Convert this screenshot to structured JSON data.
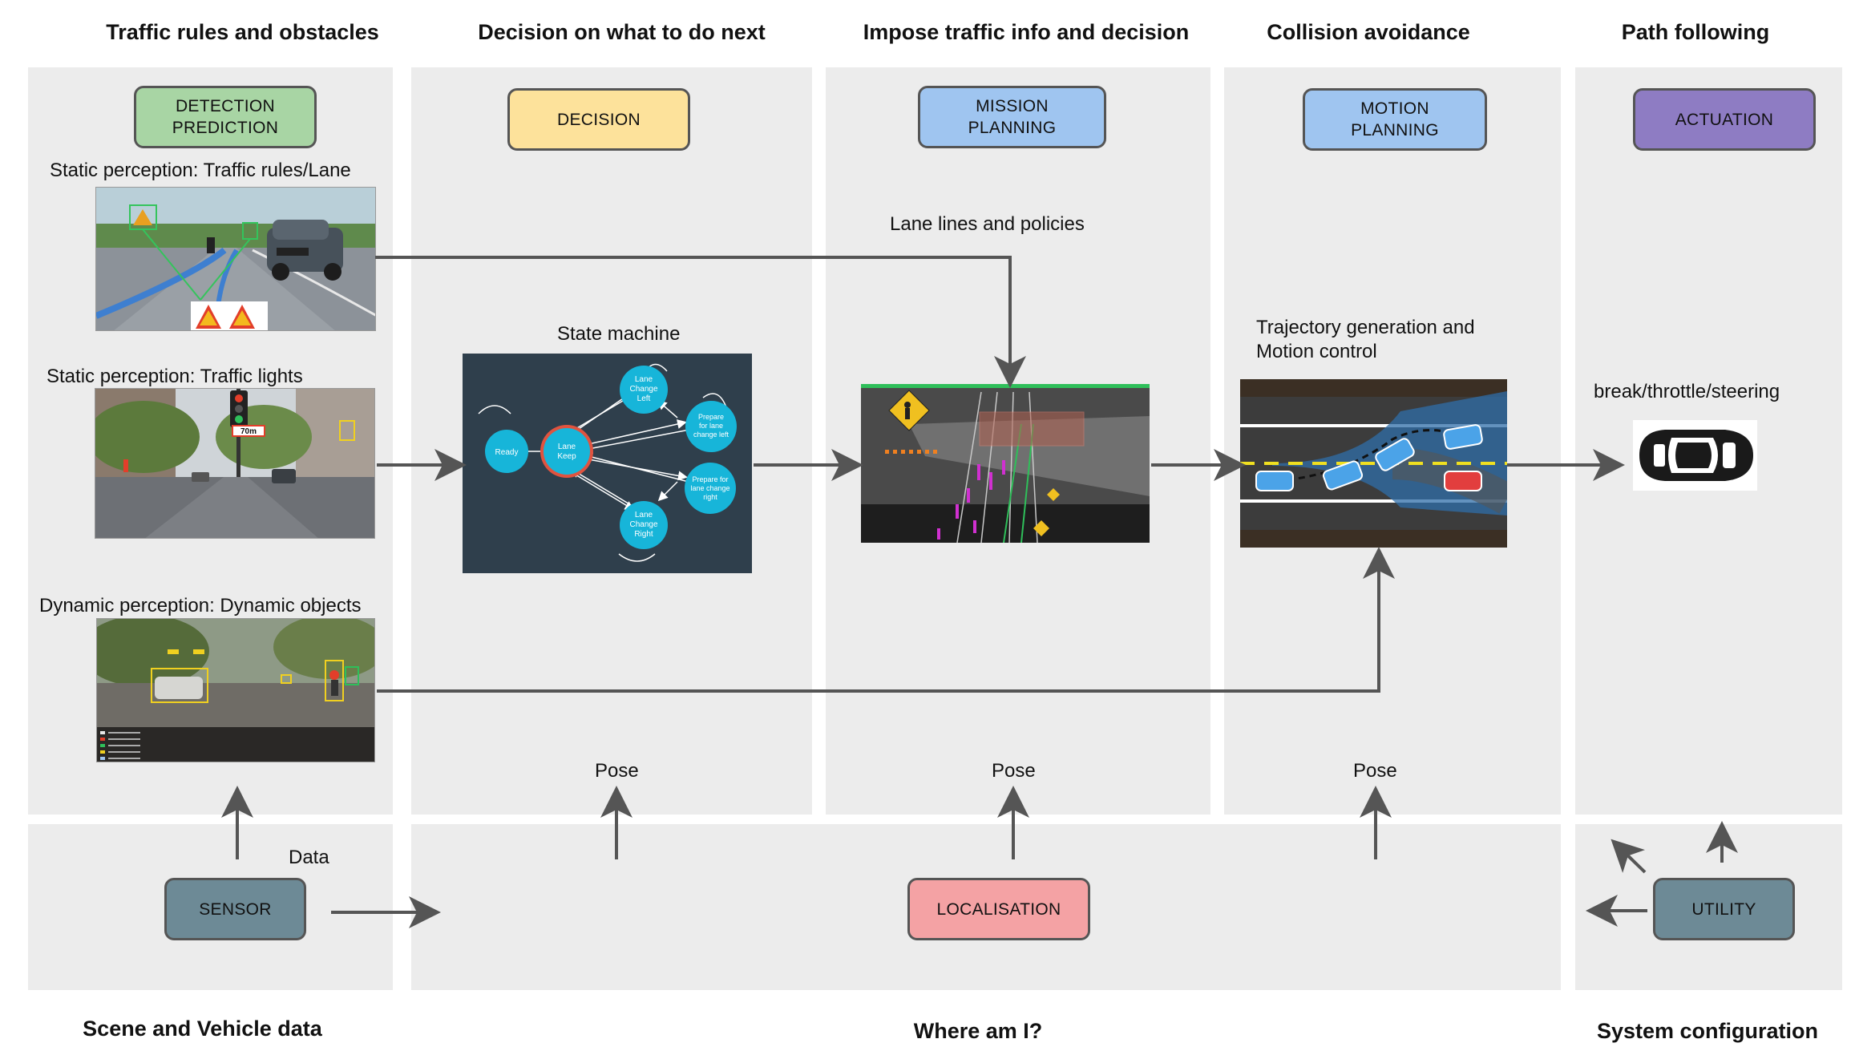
{
  "columns": {
    "traffic": "Traffic rules and obstacles",
    "decision": "Decision on what to do next",
    "impose": "Impose traffic info and decision",
    "collision": "Collision avoidance",
    "path": "Path following"
  },
  "bottom": {
    "scene": "Scene and Vehicle data",
    "where": "Where am I?",
    "system": "System configuration"
  },
  "modules": {
    "detection": "DETECTION\nPREDICTION",
    "decision": "DECISION",
    "mission": "MISSION\nPLANNING",
    "motion": "MOTION\nPLANNING",
    "actuation": "ACTUATION",
    "sensor": "SENSOR",
    "localisation": "LOCALISATION",
    "utility": "UTILITY"
  },
  "labels": {
    "static_lane": "Static perception: Traffic rules/Lane",
    "static_lights": "Static perception: Traffic lights",
    "dynamic": "Dynamic perception: Dynamic objects",
    "state_machine": "State machine",
    "lane_lines": "Lane lines and policies",
    "trajectory_1": "Trajectory generation and",
    "trajectory_2": "Motion control",
    "actuation_out": "break/throttle/steering",
    "data": "Data",
    "pose_1": "Pose",
    "pose_2": "Pose",
    "pose_3": "Pose"
  },
  "state_machine": {
    "ready": "Ready",
    "lane_keep": [
      "Lane",
      "Keep"
    ],
    "change_left": [
      "Lane",
      "Change",
      "Left"
    ],
    "change_right": [
      "Lane",
      "Change",
      "Right"
    ],
    "prepare_left": [
      "Prepare",
      "for lane",
      "change left"
    ],
    "prepare_right": [
      "Prepare for",
      "lane change",
      "right"
    ]
  },
  "image_text": {
    "speed_sign": "70m"
  },
  "colors": {
    "panel": "#ececec",
    "arrow": "#555555",
    "detection": "#a8d5a4",
    "decision": "#fde29b",
    "mission": "#9fc5f0",
    "motion": "#9fc5f0",
    "actuation": "#8e7cc3",
    "sensor": "#6d8a96",
    "localisation": "#f4a2a4",
    "utility": "#6d8a96",
    "state_node": "#17b5d9",
    "state_bg": "#2f3f4c"
  }
}
